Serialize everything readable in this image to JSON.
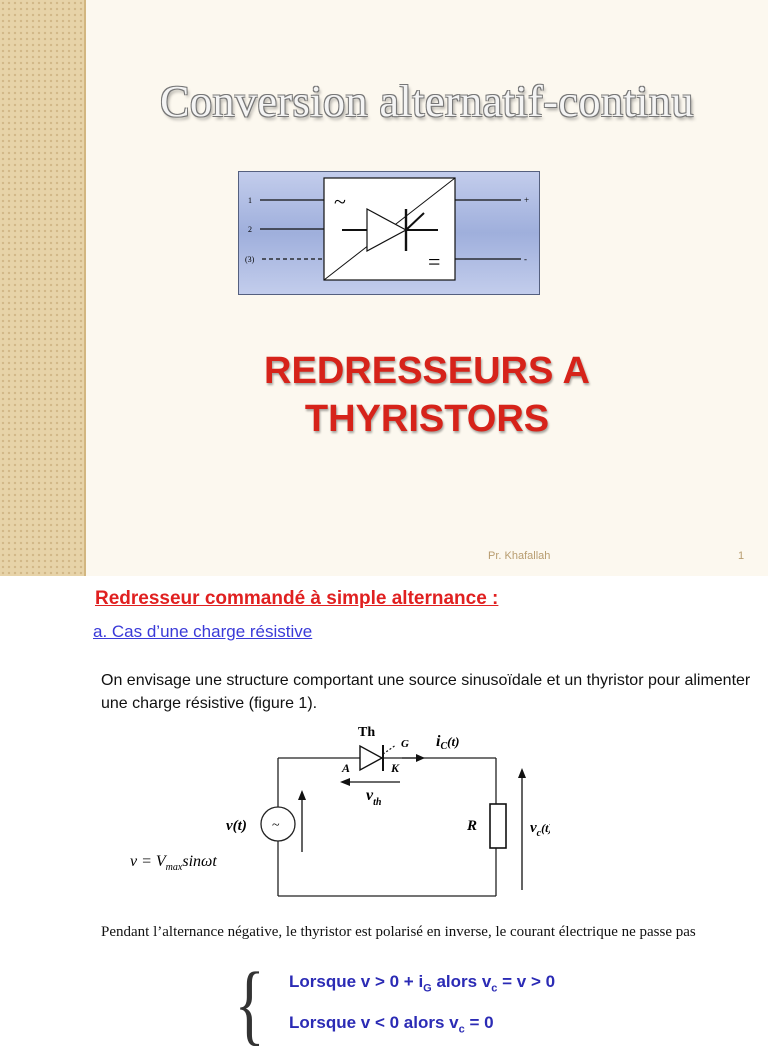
{
  "slide1": {
    "title": "Conversion alternatif-continu",
    "heading_line1": "REDRESSEURS A",
    "heading_line2": "THYRISTORS",
    "author": "Pr. Khafallah",
    "page_number": "1",
    "figure_labels": {
      "in1": "1",
      "in2": "2",
      "in3": "(3)",
      "ac_symbol": "~",
      "dc_symbol": "=",
      "plus": "+",
      "minus": "-"
    }
  },
  "slide2": {
    "title": "Redresseur commandé à simple alternance :",
    "subtitle": "a. Cas d’une charge résistive",
    "paragraph": "On envisage une structure comportant une source sinusoïdale et un thyristor pour alimenter une charge résistive (figure 1).",
    "circuit_labels": {
      "th": "Th",
      "gate": "G",
      "anode": "A",
      "cathode": "K",
      "ic": "i",
      "ic_sub": "C",
      "ic_arg": "(t)",
      "vth": "v",
      "vth_sub": "th",
      "source": "v(t)",
      "resistor": "R",
      "vc": "v",
      "vc_sub": "c",
      "vc_arg": "(t)",
      "eq_lhs": "v = V",
      "eq_sub": "max",
      "eq_rhs": "sinωt"
    },
    "note": "Pendant l’alternance négative, le thyristor est polarisé en inverse, le courant électrique ne passe pas",
    "conditions": {
      "c1_a": "Lorsque v > 0 + i",
      "c1_sub1": "G",
      "c1_b": " alors v",
      "c1_sub2": "c",
      "c1_c": " = v > 0",
      "c2_a": "Lorsque v < 0 alors v",
      "c2_sub": "c",
      "c2_b": " = 0"
    }
  },
  "colors": {
    "title_red": "#e02020",
    "subtitle_blue": "#3a3ad8",
    "heading_red": "#d6231a",
    "sidebar": "#e7d3a8",
    "box_blue": "#a9b6de"
  }
}
